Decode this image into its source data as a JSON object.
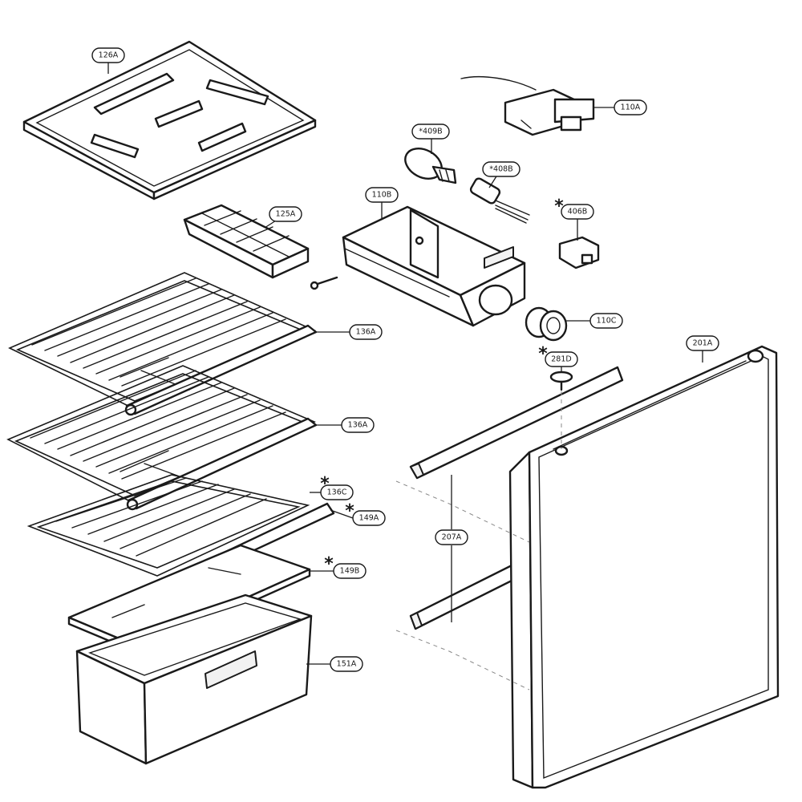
{
  "diagram": {
    "type": "exploded-parts-diagram",
    "callouts": {
      "c126A": "126A",
      "c110A": "110A",
      "c409B": "*409B",
      "c408B": "*408B",
      "c110B": "110B",
      "c125A": "125A",
      "c406B": "406B",
      "c110C": "110C",
      "c136A_top": "136A",
      "c281D": "281D",
      "c201A": "201A",
      "c136A_mid": "136A",
      "c136C": "136C",
      "c149A": "149A",
      "c207A": "207A",
      "c149B": "149B",
      "c151A": "151A"
    },
    "asterisk": "*"
  }
}
